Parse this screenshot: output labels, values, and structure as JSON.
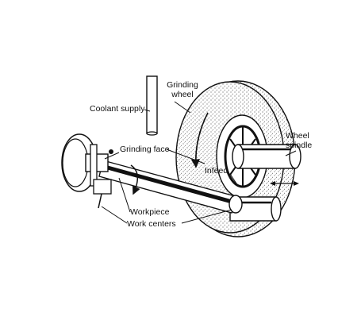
{
  "diagram": {
    "labels": {
      "grinding_wheel_line1": "Grinding",
      "grinding_wheel_line2": "wheel",
      "coolant_supply": "Coolant supply",
      "wheel_spindle_line1": "Wheel",
      "wheel_spindle_line2": "spindle",
      "grinding_face": "Grinding face",
      "infeed": "Infeed",
      "workpiece": "Workpiece",
      "work_centers": "Work centers"
    }
  }
}
